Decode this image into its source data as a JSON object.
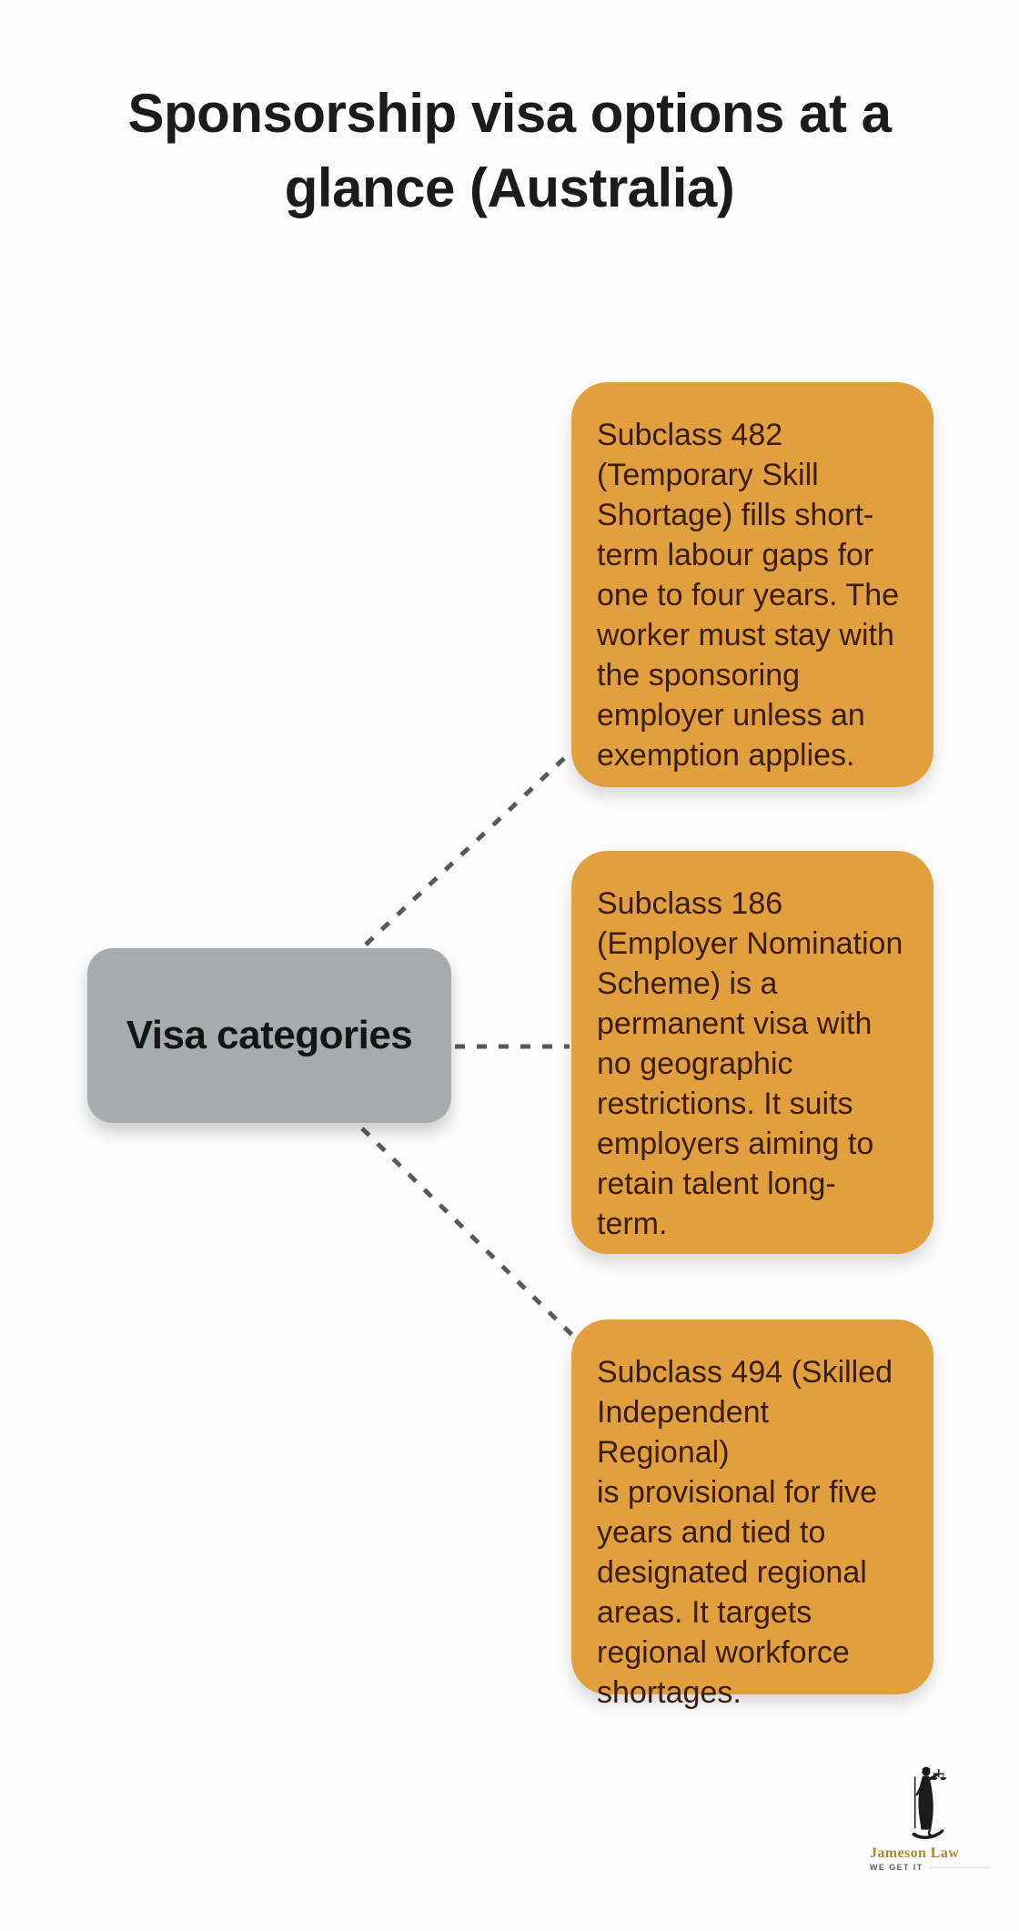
{
  "title": "Sponsorship visa options at a\nglance (Australia)",
  "center_node": {
    "label": "Visa categories"
  },
  "branches": [
    {
      "id": "subclass-482",
      "text": "Subclass 482\n(Temporary Skill\nShortage) fills short-\nterm labour gaps for\none to four years. The\nworker must stay with\nthe sponsoring\nemployer unless an\nexemption applies."
    },
    {
      "id": "subclass-186",
      "text": "Subclass 186\n(Employer Nomination\nScheme) is a\npermanent visa with\nno geographic\nrestrictions. It suits\nemployers aiming to\nretain talent long-\nterm."
    },
    {
      "id": "subclass-494",
      "text": "Subclass 494 (Skilled\nIndependent Regional)\nis provisional for five\nyears and tied to\ndesignated regional\nareas. It targets\nregional workforce\nshortages."
    }
  ],
  "logo": {
    "name": "Jameson Law",
    "tagline": "WE GET IT"
  },
  "colors": {
    "branch_bg": "#E1A03D",
    "branch_text": "#3A1D0E",
    "center_bg": "#A6ABAE",
    "center_text": "#141414",
    "connector": "#58595B",
    "title_text": "#1B1B1B",
    "logo_gold": "#A8882E",
    "logo_tagline": "#5D5E60",
    "background": "#FDFDFD"
  }
}
